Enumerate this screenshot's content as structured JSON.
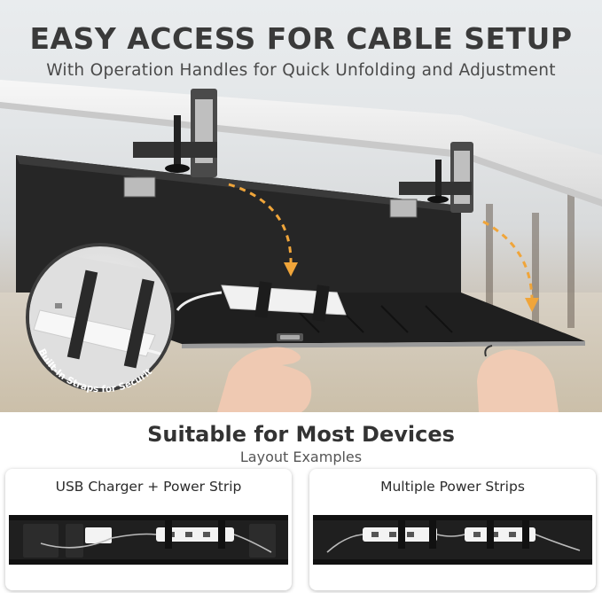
{
  "hero": {
    "title": "EASY ACCESS FOR CABLE SETUP",
    "subtitle": "With Operation Handles for Quick Unfolding and Adjustment",
    "callout_label": "Built-In Straps for Security"
  },
  "section": {
    "title": "Suitable for Most Devices",
    "subtitle": "Layout Examples"
  },
  "examples": [
    {
      "label": "USB Charger + Power Strip"
    },
    {
      "label": "Multiple Power Strips"
    }
  ],
  "colors": {
    "tray": "#232323",
    "arrow": "#f0a53a",
    "title": "#3a3a3a",
    "badge": "#2a2a2a"
  },
  "icons": [
    "dashed-arrow-icon",
    "power-strip-icon",
    "strap-icon",
    "clamp-icon"
  ]
}
